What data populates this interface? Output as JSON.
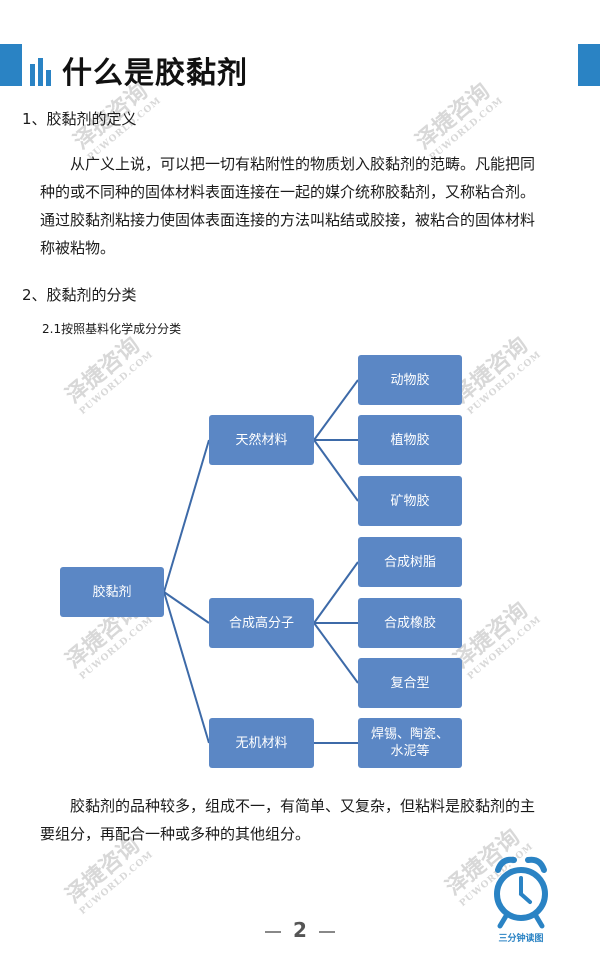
{
  "header": {
    "title": "什么是胶黏剂"
  },
  "section1": {
    "heading": "1、胶黏剂的定义",
    "body": "从广义上说，可以把一切有粘附性的物质划入胶黏剂的范畴。凡能把同种的或不同种的固体材料表面连接在一起的媒介统称胶黏剂，又称粘合剂。通过胶黏剂粘接力使固体表面连接的方法叫粘结或胶接，被粘合的固体材料称被粘物。"
  },
  "section2": {
    "heading": "2、胶黏剂的分类",
    "subheading": "2.1按照基料化学成分分类"
  },
  "tree": {
    "root": "胶黏剂",
    "level1": [
      "天然材料",
      "合成高分子",
      "无机材料"
    ],
    "natural": [
      "动物胶",
      "植物胶",
      "矿物胶"
    ],
    "synthetic": [
      "合成树脂",
      "合成橡胶",
      "复合型"
    ],
    "inorganic_line1": "焊锡、陶瓷、",
    "inorganic_line2": "水泥等"
  },
  "closing": {
    "body": "胶黏剂的品种较多，组成不一，有简单、又复杂，但粘料是胶黏剂的主要组分，再配合一种或多种的其他组分。"
  },
  "footer": {
    "page_number": "2",
    "logo_text": "三分钟读图"
  },
  "watermark": {
    "text": "泽捷咨询",
    "sub": "PUWORLD.COM"
  },
  "colors": {
    "accent": "#2a83c4",
    "node": "#5b87c5",
    "connector": "#3d6aa8"
  }
}
